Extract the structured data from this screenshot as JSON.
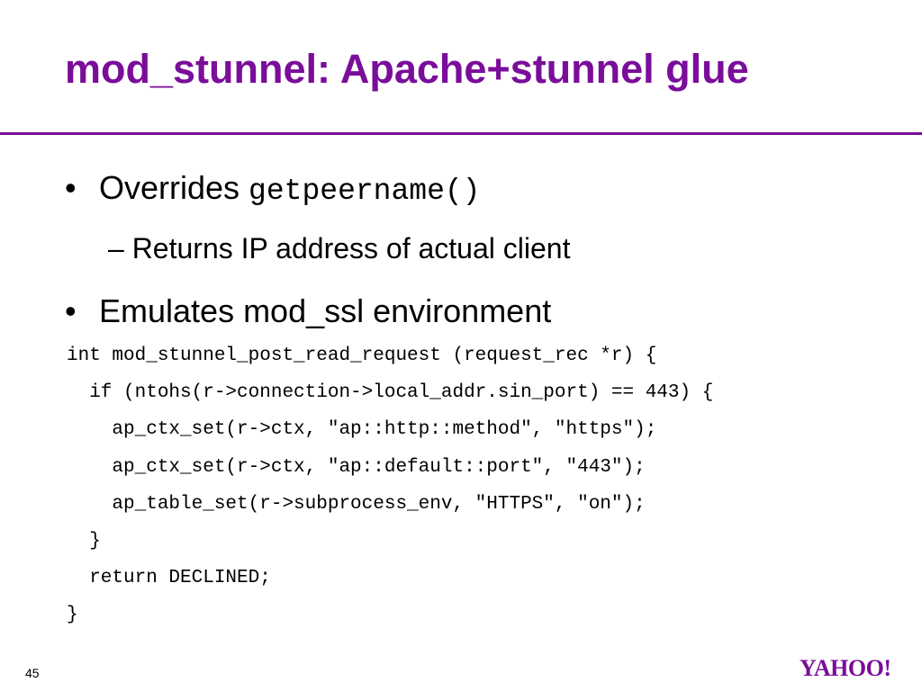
{
  "title": "mod_stunnel: Apache+stunnel glue",
  "bullets": [
    {
      "marker": "•",
      "text": "Overrides ",
      "code": "getpeername()"
    },
    {
      "marker": "•",
      "text": "Emulates mod_ssl environment"
    }
  ],
  "sub_bullet": "– Returns IP address of actual client",
  "code_lines": [
    "int mod_stunnel_post_read_request (request_rec *r) {",
    "  if (ntohs(r->connection->local_addr.sin_port) == 443) {",
    "    ap_ctx_set(r->ctx, \"ap::http::method\", \"https\");",
    "    ap_ctx_set(r->ctx, \"ap::default::port\", \"443\");",
    "    ap_table_set(r->subprocess_env, \"HTTPS\", \"on\");",
    "  }",
    "  return DECLINED;",
    "}"
  ],
  "slide_number": "45",
  "logo_text": "YAHOO!",
  "colors": {
    "accent": "#7a0d9a",
    "text": "#000000",
    "background": "#ffffff"
  }
}
